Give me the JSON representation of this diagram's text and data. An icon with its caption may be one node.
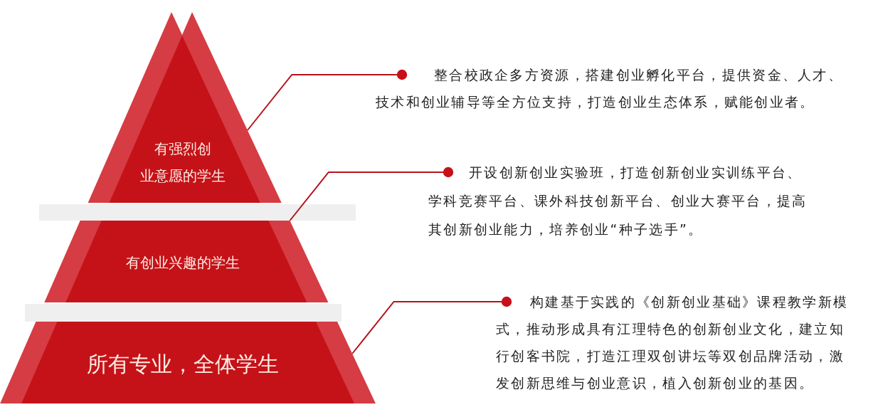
{
  "diagram": {
    "nodes": [
      {
        "text": [
          "有强烈创业意愿的学生"
        ]
      },
      {
        "text": [
          "有创业兴趣的学生"
        ]
      },
      {
        "text": [
          "所有专业，全体学生"
        ]
      },
      {
        "text": [
          "整合校政企多方资源，搭建创业孵化平台，提供资金、人才、技术和创业辅导等全方位支持，打造创业生态体系，赋能创业者。"
        ]
      },
      {
        "text": [
          "开设创新创业实验班，打造创新创业实训练平台、学科竞赛平台、课外科技创新平台、创业大赛平台，提高其创新创业能力，培养创业“种子选手”。"
        ]
      },
      {
        "text": [
          "构建基于实践的《创新创业基础》课程教学新模式，推动形成具有江理特色的创新创业文化，建立知行创客书院，打造江理双创讲坛等双创品牌活动，激发创新思维与创业意识，植入创新创业的基因。"
        ]
      },
      {
        "text": [],
        "shape": "bar"
      },
      {
        "text": [],
        "shape": "bar"
      }
    ],
    "edges": [
      {
        "from": 0,
        "to": 3,
        "arrow": "other"
      },
      {
        "from": 1,
        "to": 4,
        "arrow": "other"
      },
      {
        "from": 2,
        "to": 5,
        "arrow": "other"
      }
    ]
  }
}
